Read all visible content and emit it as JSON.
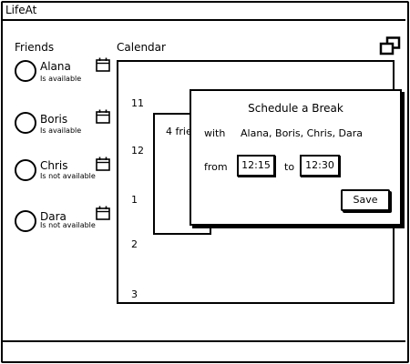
{
  "app": {
    "title": "LifeAt"
  },
  "friends": {
    "heading": "Friends",
    "items": [
      {
        "name": "Alana",
        "status": "Is available"
      },
      {
        "name": "Boris",
        "status": "Is available"
      },
      {
        "name": "Chris",
        "status": "Is not available"
      },
      {
        "name": "Dara",
        "status": "Is not available"
      }
    ]
  },
  "calendar": {
    "heading": "Calendar",
    "hours": [
      "11",
      "12",
      "1",
      "2",
      "3"
    ],
    "event_text": "4 friends"
  },
  "dialog": {
    "title": "Schedule a Break",
    "with_label": "with",
    "with_value": "Alana, Boris, Chris, Dara",
    "from_label": "from",
    "from_value": "12:15",
    "to_label": "to",
    "to_value": "12:30",
    "save_label": "Save"
  },
  "icons": {
    "calendar": "calendar-icon",
    "window": "overlapping-windows-icon"
  }
}
